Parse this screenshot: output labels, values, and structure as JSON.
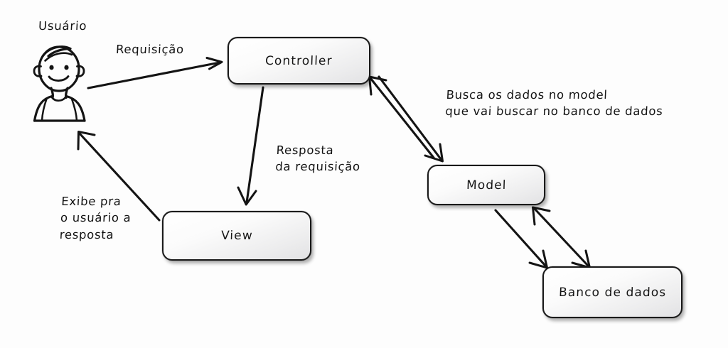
{
  "diagram": {
    "title": "MVC request flow diagram",
    "background_color": "#fdfdfd",
    "stroke_color": "#141414",
    "box_fill_top": "#ffffff",
    "box_fill_bottom": "#e2e2e4"
  },
  "actor": {
    "caption": "Usuário",
    "icon": "user-stick-figure-icon"
  },
  "nodes": [
    {
      "id": "controller",
      "label": "Controller"
    },
    {
      "id": "view",
      "label": "View"
    },
    {
      "id": "model",
      "label": "Model"
    },
    {
      "id": "database",
      "label": "Banco de dados"
    }
  ],
  "edges": [
    {
      "id": "requisicao",
      "from": "usuario",
      "to": "controller",
      "label_lines": [
        "Requisição"
      ],
      "label": "Requisição",
      "arrowheads": "end"
    },
    {
      "id": "resposta",
      "from": "controller",
      "to": "view",
      "label_lines": [
        "Resposta",
        "da requisição"
      ],
      "label": "Resposta da requisição",
      "arrowheads": "end"
    },
    {
      "id": "exibe",
      "from": "view",
      "to": "usuario",
      "label_lines": [
        "Exibe pra",
        "o usuário a",
        "resposta"
      ],
      "label": "Exibe pra o usuário a resposta",
      "arrowheads": "end"
    },
    {
      "id": "busca",
      "from": "controller",
      "to": "model",
      "label_lines": [
        "Busca os dados no model",
        "que vai buscar no banco de dados"
      ],
      "label": "Busca os dados no model que vai buscar no banco de dados",
      "arrowheads": "both"
    },
    {
      "id": "model-database",
      "from": "model",
      "to": "database",
      "label_lines": [],
      "label": "",
      "arrowheads": "both"
    }
  ]
}
